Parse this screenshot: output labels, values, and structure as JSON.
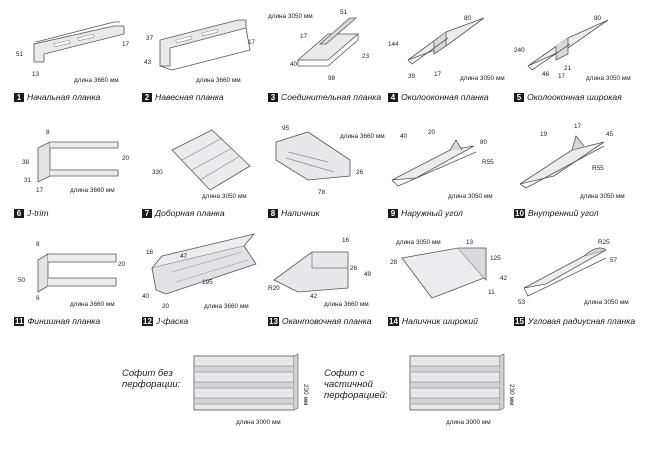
{
  "items": [
    {
      "num": "1",
      "name": "Начальная планка",
      "dims": [
        "51",
        "17",
        "13",
        "длина 3660 мм"
      ]
    },
    {
      "num": "2",
      "name": "Навесная планка",
      "dims": [
        "37",
        "43",
        "17",
        "длина 3660 мм"
      ]
    },
    {
      "num": "3",
      "name": "Соединительная планка",
      "dims": [
        "длина 3050 мм",
        "51",
        "17",
        "40",
        "23",
        "98"
      ]
    },
    {
      "num": "4",
      "name": "Околооконная планка",
      "dims": [
        "144",
        "80",
        "39",
        "17",
        "длина 3050 мм"
      ]
    },
    {
      "num": "5",
      "name": "Околооконная широкая",
      "dims": [
        "240",
        "80",
        "46",
        "21",
        "17",
        "длина 3050 мм"
      ]
    },
    {
      "num": "6",
      "name": "J-trim",
      "dims": [
        "8",
        "38",
        "20",
        "31",
        "17",
        "длина 3660 мм"
      ]
    },
    {
      "num": "7",
      "name": "Доборная планка",
      "dims": [
        "330",
        "длина 3050 мм"
      ]
    },
    {
      "num": "8",
      "name": "Наличник",
      "dims": [
        "95",
        "длина 3660 мм",
        "26",
        "78"
      ]
    },
    {
      "num": "9",
      "name": "Наружный угол",
      "dims": [
        "40",
        "20",
        "80",
        "R55",
        "длина 3050 мм"
      ]
    },
    {
      "num": "10",
      "name": "Внутренний угол",
      "dims": [
        "19",
        "17",
        "45",
        "R55",
        "длина 3050 мм"
      ]
    },
    {
      "num": "11",
      "name": "Финишная планка",
      "dims": [
        "8",
        "50",
        "20",
        "6",
        "длина 3660 мм"
      ]
    },
    {
      "num": "12",
      "name": "J-фаска",
      "dims": [
        "16",
        "47",
        "40",
        "20",
        "195",
        "длина 3660 мм"
      ]
    },
    {
      "num": "13",
      "name": "Окантовочная планка",
      "dims": [
        "16",
        "26",
        "49",
        "R20",
        "42",
        "длина 3660 мм"
      ]
    },
    {
      "num": "14",
      "name": "Наличник широкий",
      "dims": [
        "длина 3050 мм",
        "13",
        "28",
        "125",
        "42",
        "11"
      ]
    },
    {
      "num": "15",
      "name": "Угловая радиусная планка",
      "dims": [
        "R25",
        "57",
        "53",
        "длина 3050 мм"
      ]
    }
  ],
  "soffits": [
    {
      "label": "Софит без перфорации:",
      "width": "230 мм",
      "length": "длина 3000 мм"
    },
    {
      "label": "Софит с частичной перфорацией:",
      "width": "230 мм",
      "length": "длина 3000 мм"
    }
  ]
}
